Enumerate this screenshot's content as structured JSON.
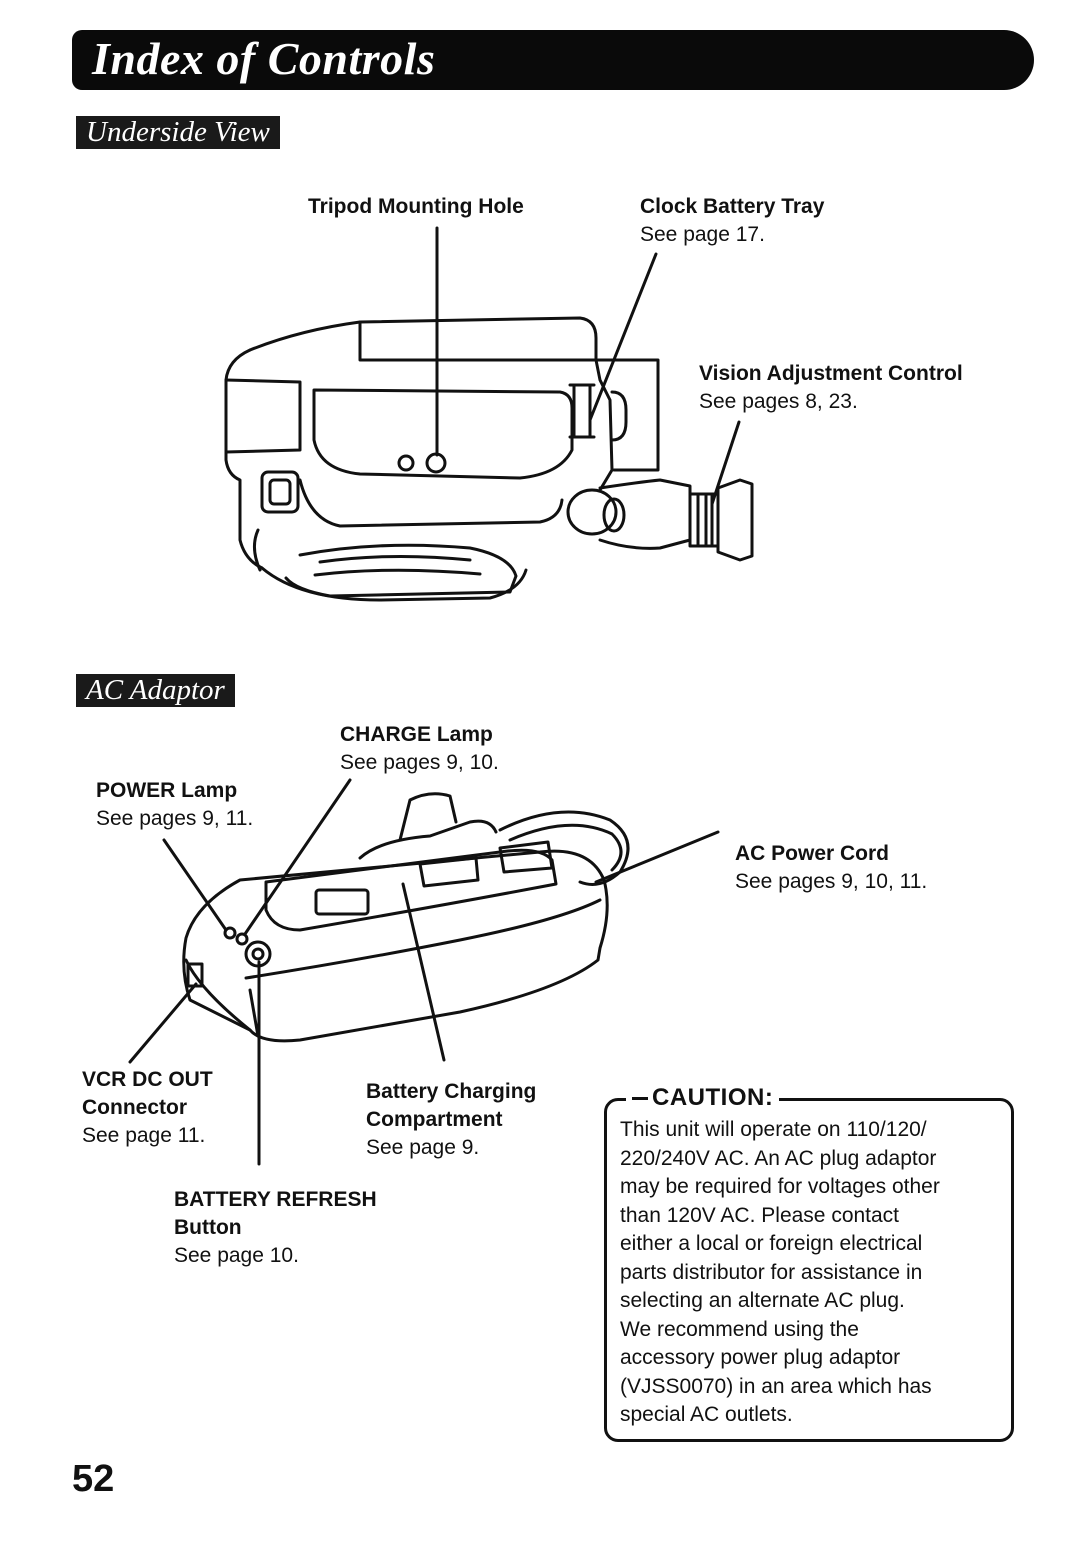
{
  "header": {
    "title": "Index of Controls"
  },
  "sections": {
    "underside": {
      "heading": "Underside View"
    },
    "ac_adaptor": {
      "heading": "AC Adaptor"
    }
  },
  "underside_labels": {
    "tripod": {
      "name": "Tripod Mounting Hole"
    },
    "clock_battery": {
      "name": "Clock Battery Tray",
      "ref": "See page 17."
    },
    "vision": {
      "name": "Vision Adjustment Control",
      "ref": "See pages 8, 23."
    }
  },
  "adaptor_labels": {
    "charge_lamp": {
      "name": "CHARGE Lamp",
      "ref": "See pages 9, 10."
    },
    "power_lamp": {
      "name": "POWER Lamp",
      "ref": "See pages 9, 11."
    },
    "ac_cord": {
      "name": "AC Power Cord",
      "ref": "See pages 9, 10, 11."
    },
    "vcr_dc_out": {
      "name1": "VCR DC OUT",
      "name2": "Connector",
      "ref": "See page 11."
    },
    "battery_charging": {
      "name1": "Battery Charging",
      "name2": "Compartment",
      "ref": "See page 9."
    },
    "battery_refresh": {
      "name1": "BATTERY REFRESH",
      "name2": "Button",
      "ref": "See page 10."
    }
  },
  "caution": {
    "title": "CAUTION:",
    "lines": [
      "This unit will operate on 110/120/",
      "220/240V AC. An AC plug adaptor",
      "may be required for voltages other",
      "than 120V AC. Please contact",
      "either a local or foreign electrical",
      "parts distributor for assistance in",
      "selecting an alternate AC plug.",
      "We recommend using the",
      "accessory power plug adaptor",
      "(VJSS0070) in an area which has",
      "special AC outlets."
    ]
  },
  "footer": {
    "page_number": "52"
  }
}
